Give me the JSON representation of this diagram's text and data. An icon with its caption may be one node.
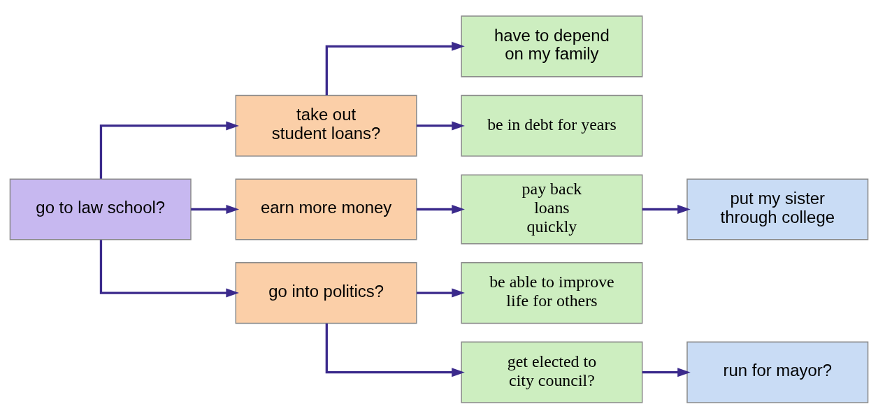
{
  "diagram": {
    "nodes": [
      {
        "text": [
          "go to law school?"
        ]
      },
      {
        "text": [
          "take out student loans?"
        ]
      },
      {
        "text": [
          "earn more money"
        ]
      },
      {
        "text": [
          "go into politics?"
        ]
      },
      {
        "text": [
          "have to depend on my family"
        ]
      },
      {
        "text": [
          "be in debt for years"
        ]
      },
      {
        "text": [
          "pay back loans quickly"
        ]
      },
      {
        "text": [
          "be able to improve life for others"
        ]
      },
      {
        "text": [
          "get elected to city council?"
        ]
      },
      {
        "text": [
          "put my sister through college"
        ]
      },
      {
        "text": [
          "run for mayor?"
        ]
      }
    ],
    "edges": [
      {
        "from": 0,
        "to": 1,
        "arrow": "to"
      },
      {
        "from": 0,
        "to": 2,
        "arrow": "to"
      },
      {
        "from": 0,
        "to": 3,
        "arrow": "to"
      },
      {
        "from": 1,
        "to": 4,
        "arrow": "to"
      },
      {
        "from": 1,
        "to": 5,
        "arrow": "to"
      },
      {
        "from": 2,
        "to": 6,
        "arrow": "to"
      },
      {
        "from": 3,
        "to": 7,
        "arrow": "to"
      },
      {
        "from": 3,
        "to": 8,
        "arrow": "to"
      },
      {
        "from": 6,
        "to": 9,
        "arrow": "to"
      },
      {
        "from": 8,
        "to": 10,
        "arrow": "to"
      }
    ]
  }
}
